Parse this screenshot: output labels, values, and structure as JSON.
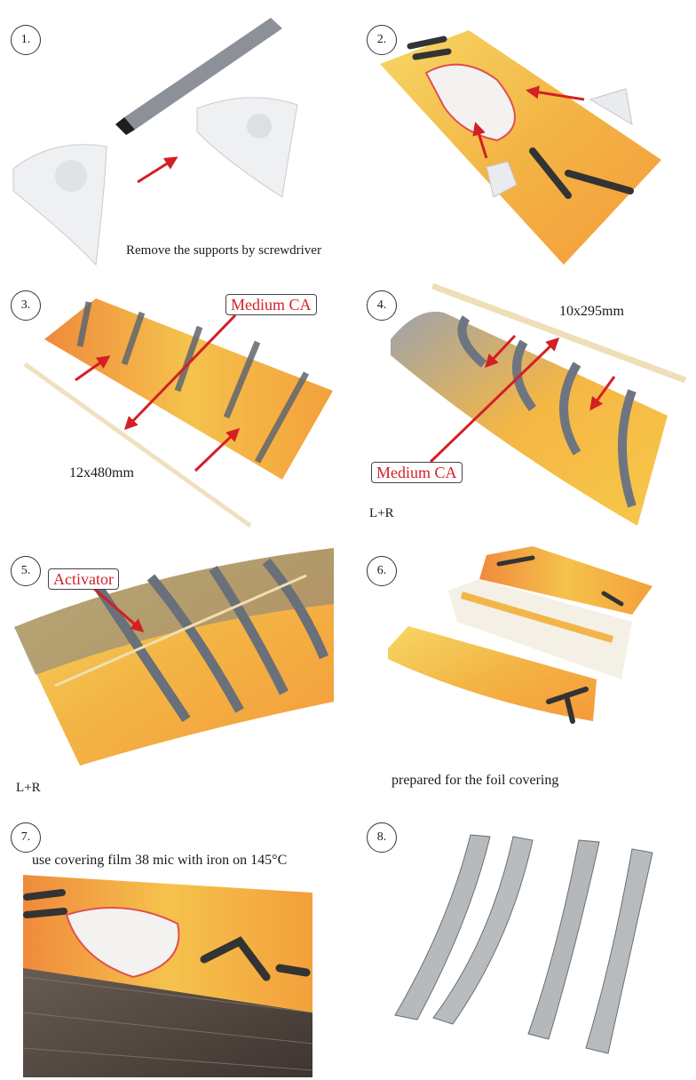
{
  "steps": [
    {
      "number": "1.",
      "caption": "Remove the supports by screwdriver"
    },
    {
      "number": "2."
    },
    {
      "number": "3.",
      "tag": "Medium CA",
      "dimension": "12x480mm"
    },
    {
      "number": "4.",
      "tag": "Medium CA",
      "dimension": "10x295mm",
      "side": "L+R"
    },
    {
      "number": "5.",
      "tag": "Activator",
      "side": "L+R"
    },
    {
      "number": "6.",
      "caption": "prepared for the foil covering"
    },
    {
      "number": "7.",
      "caption": "use covering film 38 mic with iron on 145°C"
    },
    {
      "number": "8."
    }
  ],
  "colors": {
    "arrow": "#d41f25",
    "foam_yellow": "#f4c443",
    "foam_orange": "#f39a3a",
    "stripe_grey": "#6f7580",
    "tag_text": "#d4202a"
  }
}
